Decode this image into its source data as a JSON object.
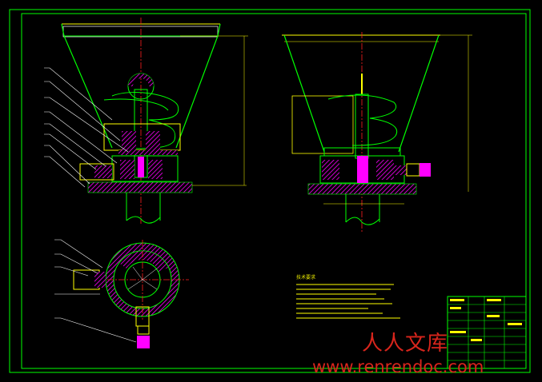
{
  "drawing": {
    "kind": "CAD assembly drawing",
    "background": "#000000",
    "colors": {
      "frame": "#00ff00",
      "outline": "#ffff00",
      "hatch": "#ff00ff",
      "solid_part": "#ff00ff",
      "center_line": "#ff2020",
      "leader": "#ffffff",
      "text": "#ffff00",
      "watermark": "#d8251c"
    },
    "views": [
      "front-section-view",
      "side-view",
      "top-section-view"
    ],
    "tech_notes_title": "技术要求",
    "tech_notes_lines": 7,
    "title_block_name": "组合件",
    "title_block_code": "ZLQ-00"
  },
  "watermark": {
    "cn": "人人文库",
    "url": "www.renrendoc.com"
  }
}
